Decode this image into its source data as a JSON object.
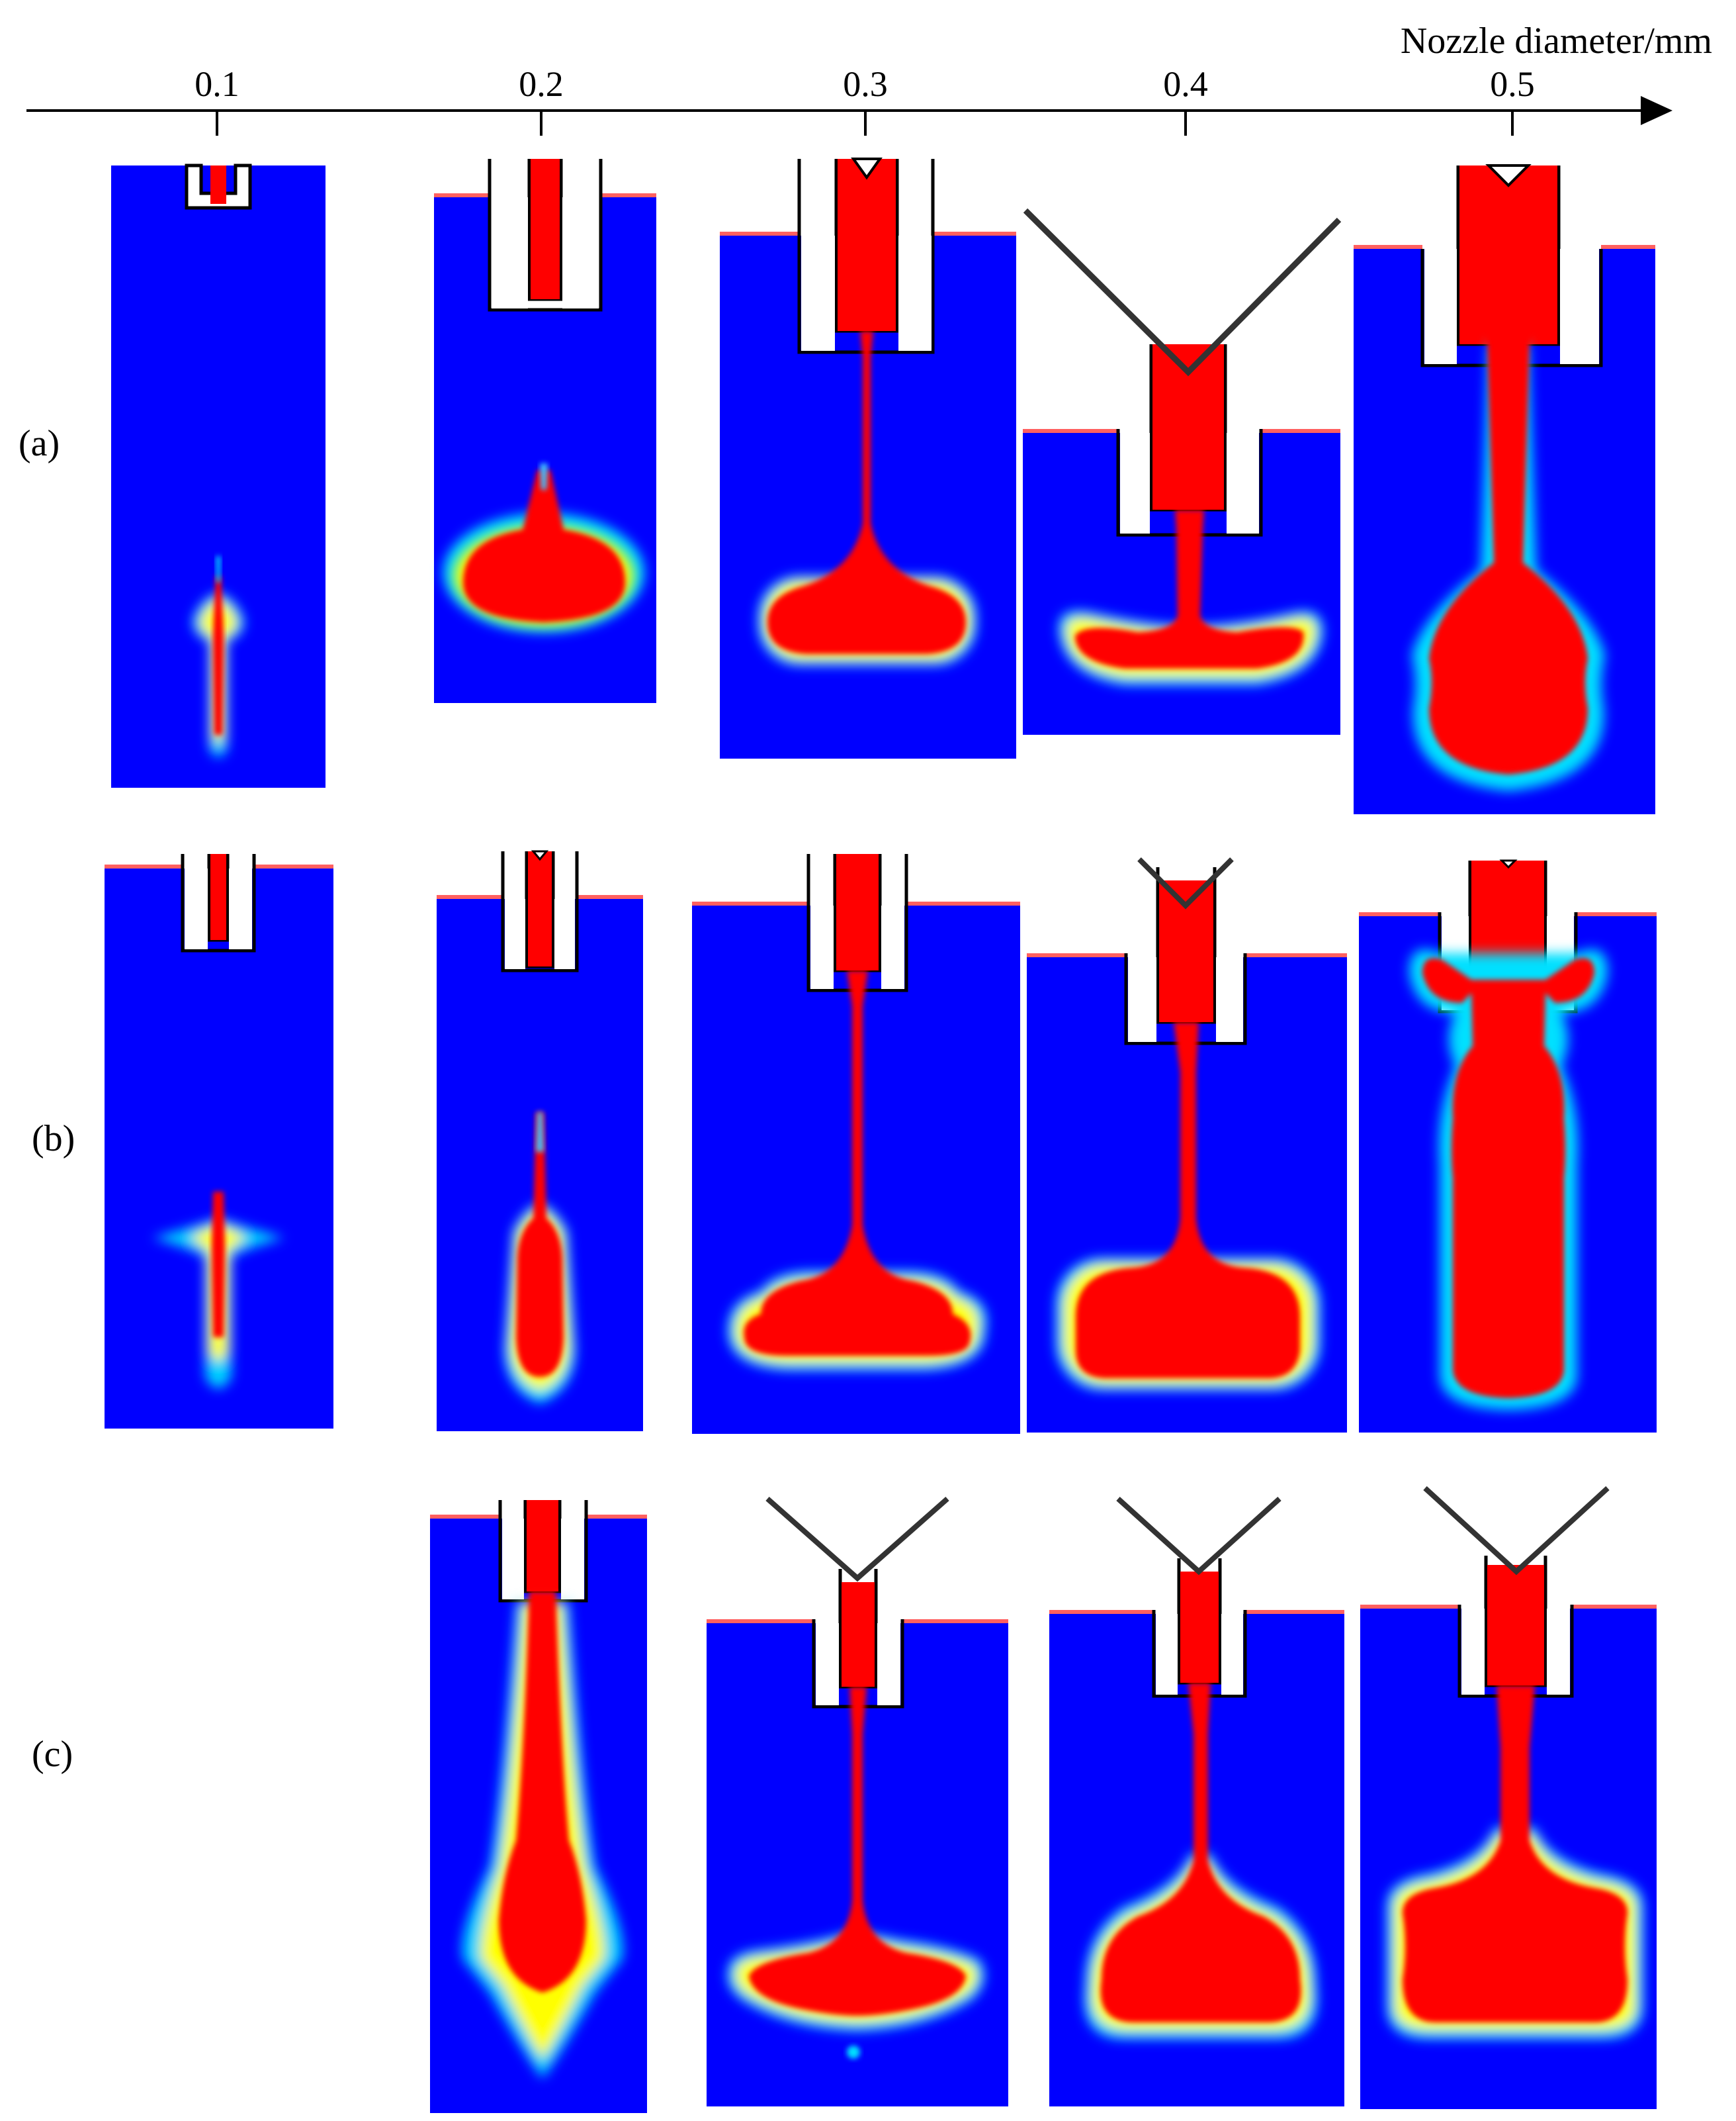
{
  "axis": {
    "title": "Nozzle diameter/mm",
    "ticks": [
      "0.1",
      "0.2",
      "0.3",
      "0.4",
      "0.5"
    ]
  },
  "rows": [
    {
      "label": "(a)"
    },
    {
      "label": "(b)"
    },
    {
      "label": "(c)"
    }
  ],
  "colors": {
    "background_fluid": "#0000FF",
    "jet": "#FF0000",
    "nozzle_wall": "#FFFFFF",
    "nozzle_outline": "#000000",
    "interface_ramp": [
      "#FF0000",
      "#FF8C00",
      "#FFFF00",
      "#00FF80",
      "#00C8FF",
      "#0000FF"
    ]
  }
}
